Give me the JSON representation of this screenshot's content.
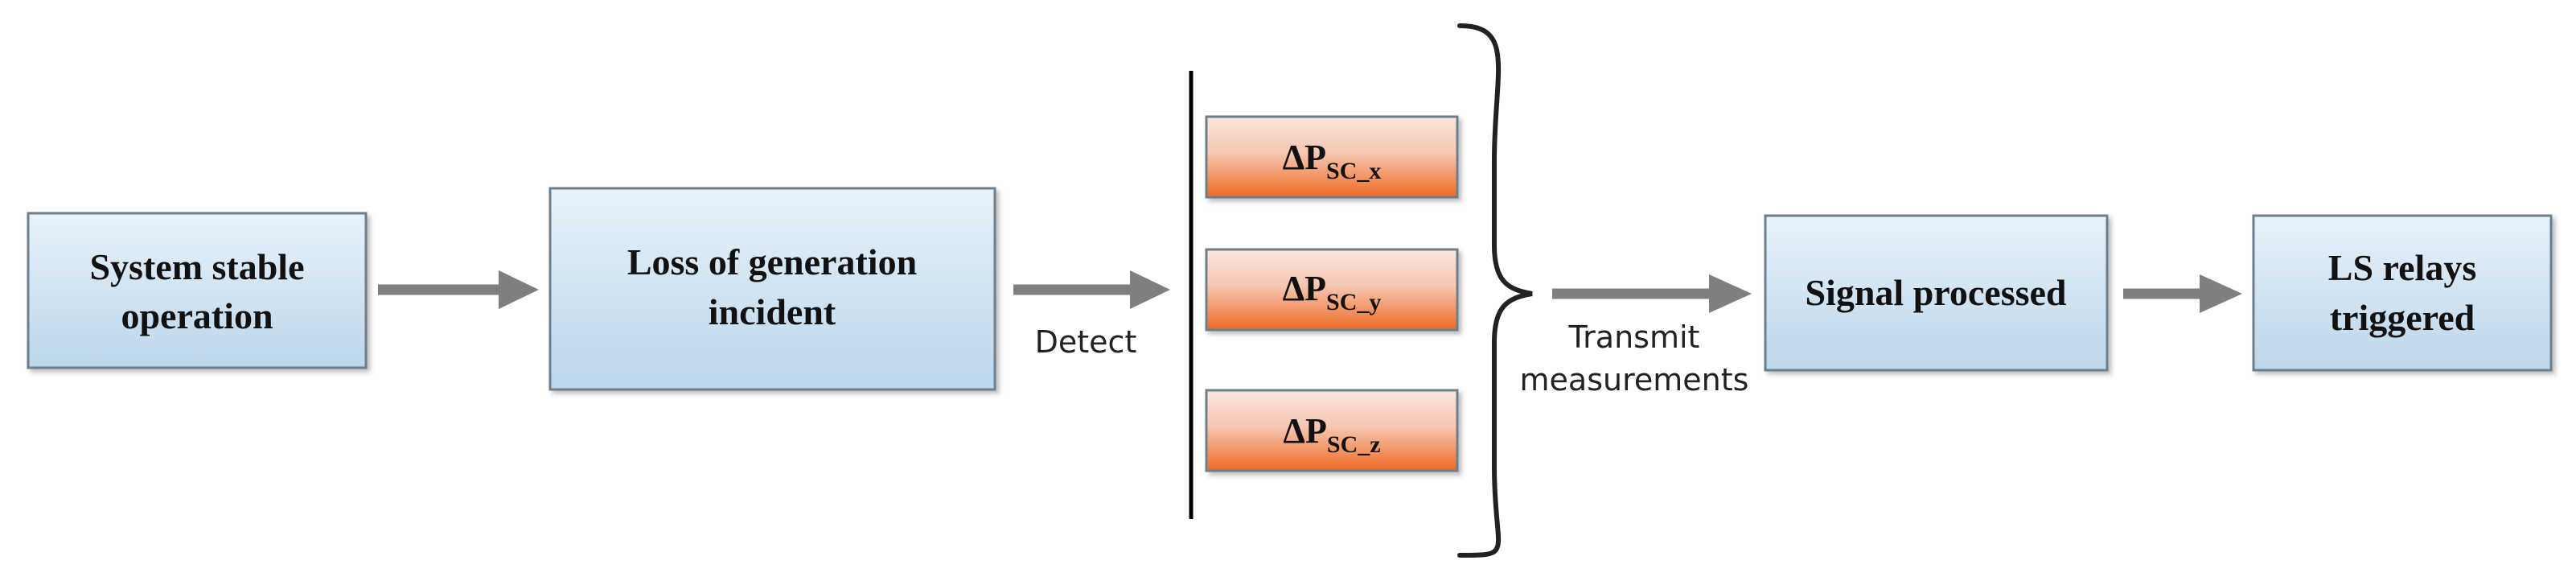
{
  "nodes": {
    "stable": {
      "line1": "System stable",
      "line2": "operation"
    },
    "loss": {
      "line1": "Loss of generation",
      "line2": "incident"
    },
    "signal": {
      "line1": "Signal processed"
    },
    "ls": {
      "line1": "LS relays",
      "line2": "triggered"
    }
  },
  "measurements": [
    {
      "symbol": "ΔP",
      "subscript": "SC_x"
    },
    {
      "symbol": "ΔP",
      "subscript": "SC_y"
    },
    {
      "symbol": "ΔP",
      "subscript": "SC_z"
    }
  ],
  "edges": {
    "detect": "Detect",
    "transmit_line1": "Transmit",
    "transmit_line2": "measurements"
  },
  "colors": {
    "box_top": "#e8f2fa",
    "box_bottom": "#bcd6ea",
    "box_stroke": "#6d7f8c",
    "orange_top": "#fbe6de",
    "orange_bottom": "#ef6a22",
    "arrow": "#7f7f7f",
    "line": "#000000"
  }
}
